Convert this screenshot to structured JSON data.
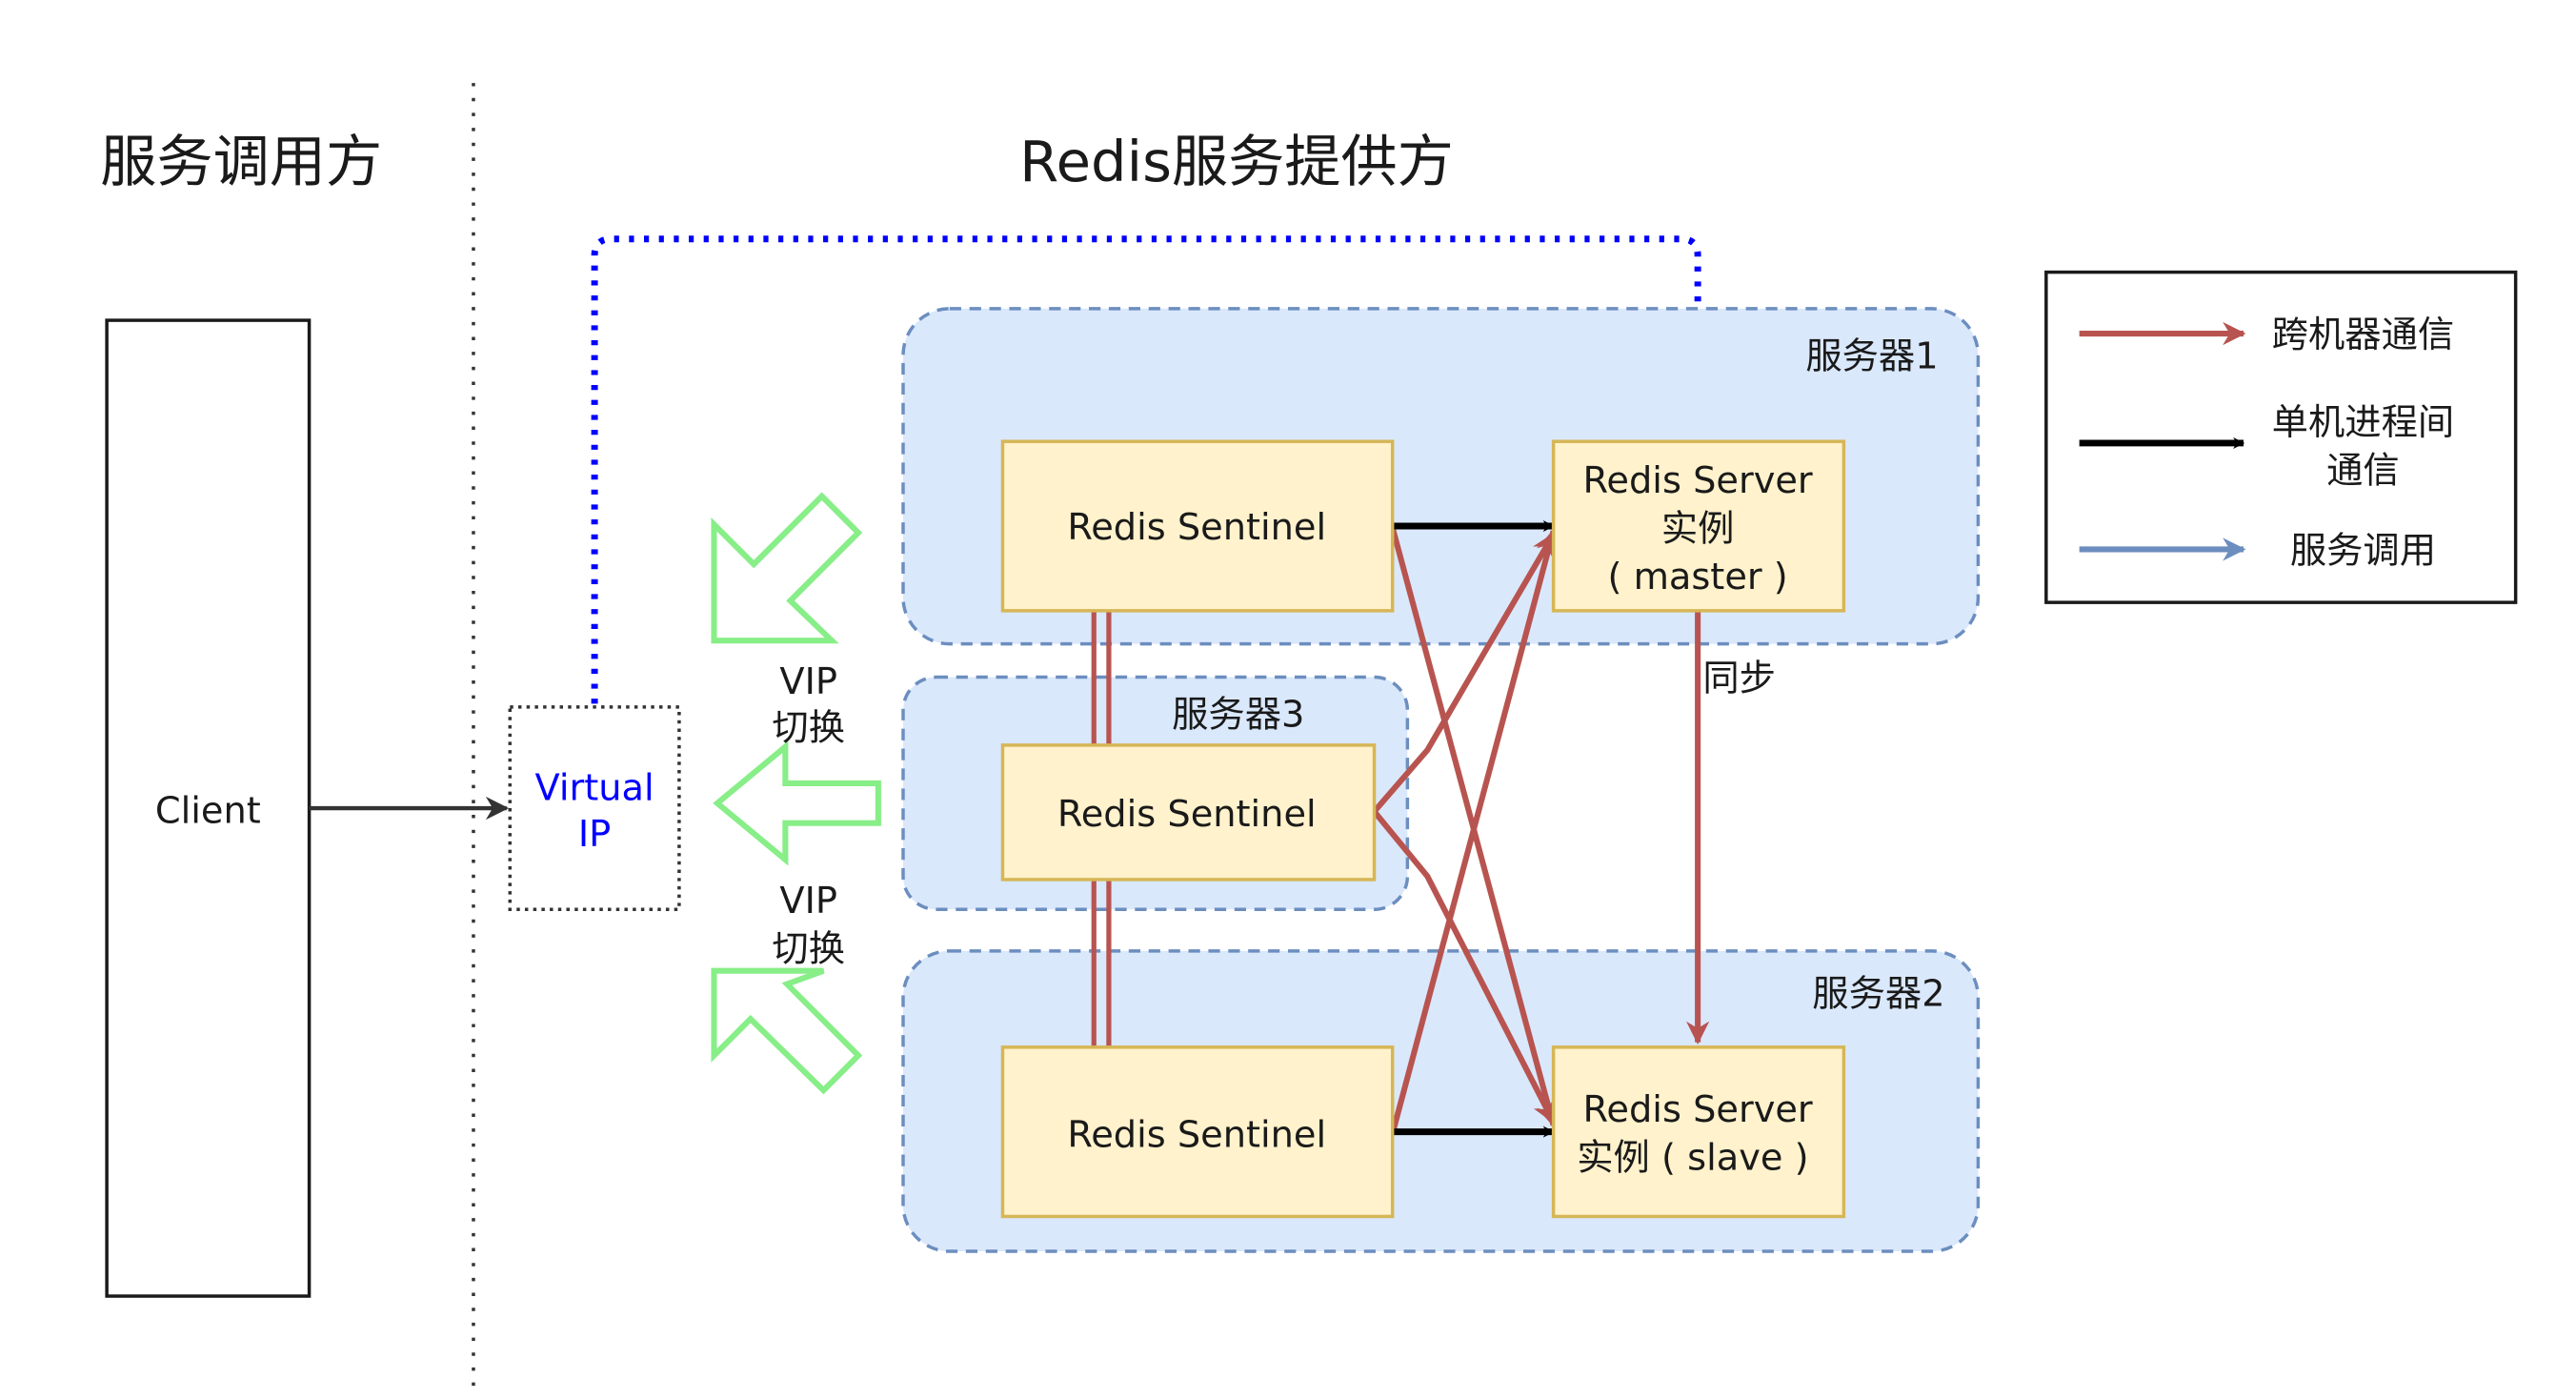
{
  "headings": {
    "consumer": "服务调用方",
    "provider": "Redis服务提供方"
  },
  "client": {
    "label": "Client"
  },
  "vip": {
    "line1": "Virtual",
    "line2": "IP"
  },
  "servers": {
    "server1": "服务器1",
    "server2": "服务器2",
    "server3": "服务器3"
  },
  "sentinels": {
    "s1": "Redis Sentinel",
    "s2": "Redis Sentinel",
    "s3": "Redis Sentinel"
  },
  "redis_master": {
    "line1": "Redis Server",
    "line2": "实例",
    "line3": "( master )"
  },
  "redis_slave": {
    "line1": "Redis Server",
    "line2": "实例 ( slave )"
  },
  "sync_label": "同步",
  "vip_switch": {
    "upper": {
      "line1": "VIP",
      "line2": "切换"
    },
    "lower": {
      "line1": "VIP",
      "line2": "切换"
    }
  },
  "legend": {
    "items": [
      {
        "label": "跨机器通信",
        "color": "#b85450"
      },
      {
        "label_line1": "单机进程间",
        "label_line2": "通信",
        "color": "#000000"
      },
      {
        "label": "服务调用",
        "color": "#6c8ebf"
      }
    ]
  },
  "colors": {
    "cross_machine": "#b85450",
    "same_machine": "#000000",
    "service_call": "#6c8ebf",
    "vip_link": "#0000ff",
    "vip_switch_arrow": "#88ee88",
    "server_fill": "#dae8fc",
    "server_stroke": "#6c8ebf",
    "node_fill": "#fff2cc",
    "node_stroke": "#d6b656"
  }
}
